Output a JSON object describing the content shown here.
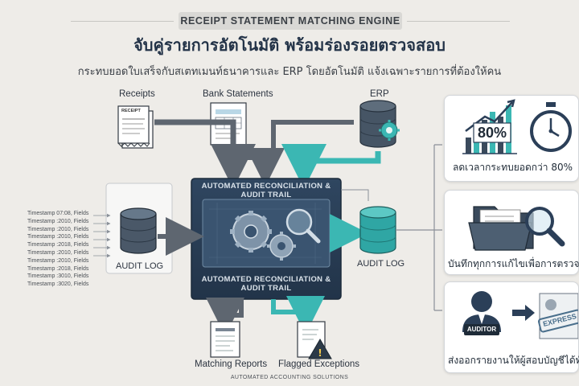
{
  "header": {
    "banner": "RECEIPT STATEMENT MATCHING ENGINE",
    "title": "จับคู่รายการอัตโนมัติ พร้อมร่องรอยตรวจสอบ",
    "subtitle": "กระทบยอดใบเสร็จกับสเตทเมนท์ธนาคารและ ERP โดยอัตโนมัติ แจ้งเฉพาะรายการที่ต้องให้คน"
  },
  "sources": {
    "receipts": "Receipts",
    "receipt_doc": "RECEIPT",
    "bank_statements": "Bank Statements",
    "erp": "ERP"
  },
  "core": {
    "title_top": "AUTOMATED RECONCILIATION & AUDIT TRAIL",
    "title_bottom": "AUTOMATED RECONCILIATION & AUDIT TRAIL"
  },
  "audit_log_left": {
    "label": "AUDIT LOG",
    "lines": [
      "Timestamp 07:08, Fields",
      "Timestamp :2010, Fields",
      "Timestamp :2010, Fields",
      "Timestamp :2010, Fields",
      "Timestamp :2018, Fields",
      "Timestamp :2010, Fields",
      "Timestamp :2010, Fields",
      "Timestamp :2018, Fields",
      "Timestamp :3010, Fields",
      "Timestamp :3020, Fields"
    ]
  },
  "audit_log_right": {
    "label": "AUDIT LOG"
  },
  "outputs": {
    "matching_reports": "Matching Reports",
    "flagged_exceptions": "Flagged Exceptions"
  },
  "benefits": [
    {
      "stat": "80%",
      "caption": "ลดเวลากระทบยอดกว่า 80%"
    },
    {
      "caption": "บันทึกทุกการแก้ไขเพื่อการตรวจสอบ"
    },
    {
      "badge": "AUDITOR",
      "stamp": "EXPRESS",
      "caption": "ส่งออกรายงานให้ผู้สอบบัญชีได้ทันที"
    }
  ],
  "footer": "AUTOMATED ACCOUNTING SOLUTIONS",
  "colors": {
    "navy": "#2b3f58",
    "teal": "#3bb7b3",
    "gray_arrow": "#5e6670",
    "background": "#eeece8"
  }
}
